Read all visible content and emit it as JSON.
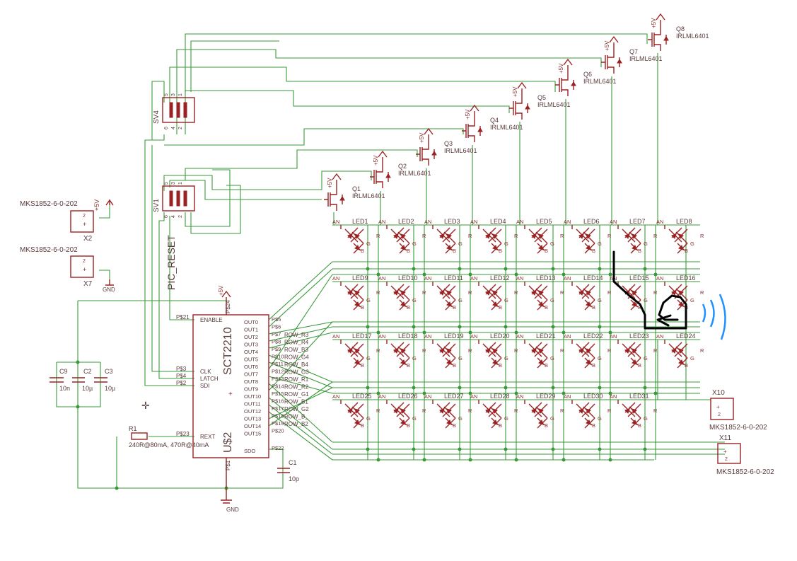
{
  "chip": {
    "name": "SCT2210",
    "ref": "U$2",
    "pin_top": "P$24",
    "pin_gnd": "P$1",
    "left_pins": [
      {
        "pin": "P$21",
        "label": "ENABLE"
      },
      {
        "pin": "P$3",
        "label": "CLK"
      },
      {
        "pin": "P$4",
        "label": "LATCH"
      },
      {
        "pin": "P$2",
        "label": "SDI"
      },
      {
        "pin": "P$23",
        "label": "REXT"
      }
    ],
    "right_pins": [
      {
        "pin": "P$5",
        "label": "OUT0"
      },
      {
        "pin": "P$6",
        "label": "OUT1"
      },
      {
        "pin": "P$7",
        "label": "OUT2"
      },
      {
        "pin": "P$8",
        "label": "OUT3"
      },
      {
        "pin": "P$9",
        "label": "OUT4"
      },
      {
        "pin": "P$10",
        "label": "OUT5"
      },
      {
        "pin": "P$11",
        "label": "OUT6"
      },
      {
        "pin": "P$12",
        "label": "OUT7"
      },
      {
        "pin": "P$13",
        "label": "OUT8"
      },
      {
        "pin": "P$14",
        "label": "OUT9"
      },
      {
        "pin": "P$15",
        "label": "OUT10"
      },
      {
        "pin": "P$16",
        "label": "OUT11"
      },
      {
        "pin": "P$17",
        "label": "OUT12"
      },
      {
        "pin": "P$18",
        "label": "OUT13"
      },
      {
        "pin": "P$19",
        "label": "OUT14"
      },
      {
        "pin": "P$20",
        "label": "OUT15"
      },
      {
        "pin": "P$22",
        "label": "SDO"
      }
    ],
    "row_nets": [
      "ROW_R3",
      "ROW_R4",
      "ROW_B3",
      "ROW_G4",
      "ROW_B4",
      "ROW_G3",
      "ROW_R1",
      "ROW_R2",
      "ROW_G1",
      "ROW_B1",
      "ROW_G2",
      "ROW_B_",
      "ROW_B2"
    ]
  },
  "connectors": {
    "sv4": "SV4",
    "sv1": "SV1",
    "pin_numbers": [
      "5",
      "3",
      "1",
      "6",
      "4",
      "2"
    ],
    "pic_reset": "PIC_RESET"
  },
  "power": {
    "vcc": "+5V",
    "gnd": "GND"
  },
  "jumpers": [
    {
      "ref": "X2",
      "part": "MKS1852-6-0-202"
    },
    {
      "ref": "X7",
      "part": "MKS1852-6-0-202"
    },
    {
      "ref": "X10",
      "part": "MKS1852-6-0-202"
    },
    {
      "ref": "X11",
      "part": "MKS1852-6-0-202"
    }
  ],
  "capacitors": [
    {
      "ref": "C9",
      "value": "10n"
    },
    {
      "ref": "C2",
      "value": "10µ"
    },
    {
      "ref": "C3",
      "value": "10µ"
    },
    {
      "ref": "C1",
      "value": "10p"
    }
  ],
  "resistor": {
    "ref": "R1",
    "value": "240R@80mA, 470R@40mA"
  },
  "mosfets": [
    {
      "ref": "Q1",
      "part": "IRLML6401"
    },
    {
      "ref": "Q2",
      "part": "IRLML6401"
    },
    {
      "ref": "Q3",
      "part": "IRLML6401"
    },
    {
      "ref": "Q4",
      "part": "IRLML6401"
    },
    {
      "ref": "Q5",
      "part": "IRLML6401"
    },
    {
      "ref": "Q6",
      "part": "IRLML6401"
    },
    {
      "ref": "Q7",
      "part": "IRLML6401"
    },
    {
      "ref": "Q8",
      "part": "IRLML6401"
    }
  ],
  "led_pin_labels": {
    "anode": "AN",
    "red": "R",
    "green": "G",
    "blue": "B"
  },
  "leds": [
    "LED1",
    "LED2",
    "LED3",
    "LED4",
    "LED5",
    "LED6",
    "LED7",
    "LED8",
    "LED9",
    "LED10",
    "LED11",
    "LED12",
    "LED13",
    "LED14",
    "LED15",
    "LED16",
    "LED17",
    "LED18",
    "LED19",
    "LED20",
    "LED21",
    "LED22",
    "LED23",
    "LED24",
    "LED25",
    "LED26",
    "LED27",
    "LED28",
    "LED29",
    "LED30",
    "LED31"
  ],
  "colors": {
    "symbol": "#9b2222",
    "wire": "#3a9a3a",
    "annotation_black": "#000000",
    "annotation_blue": "#1e90ff"
  }
}
